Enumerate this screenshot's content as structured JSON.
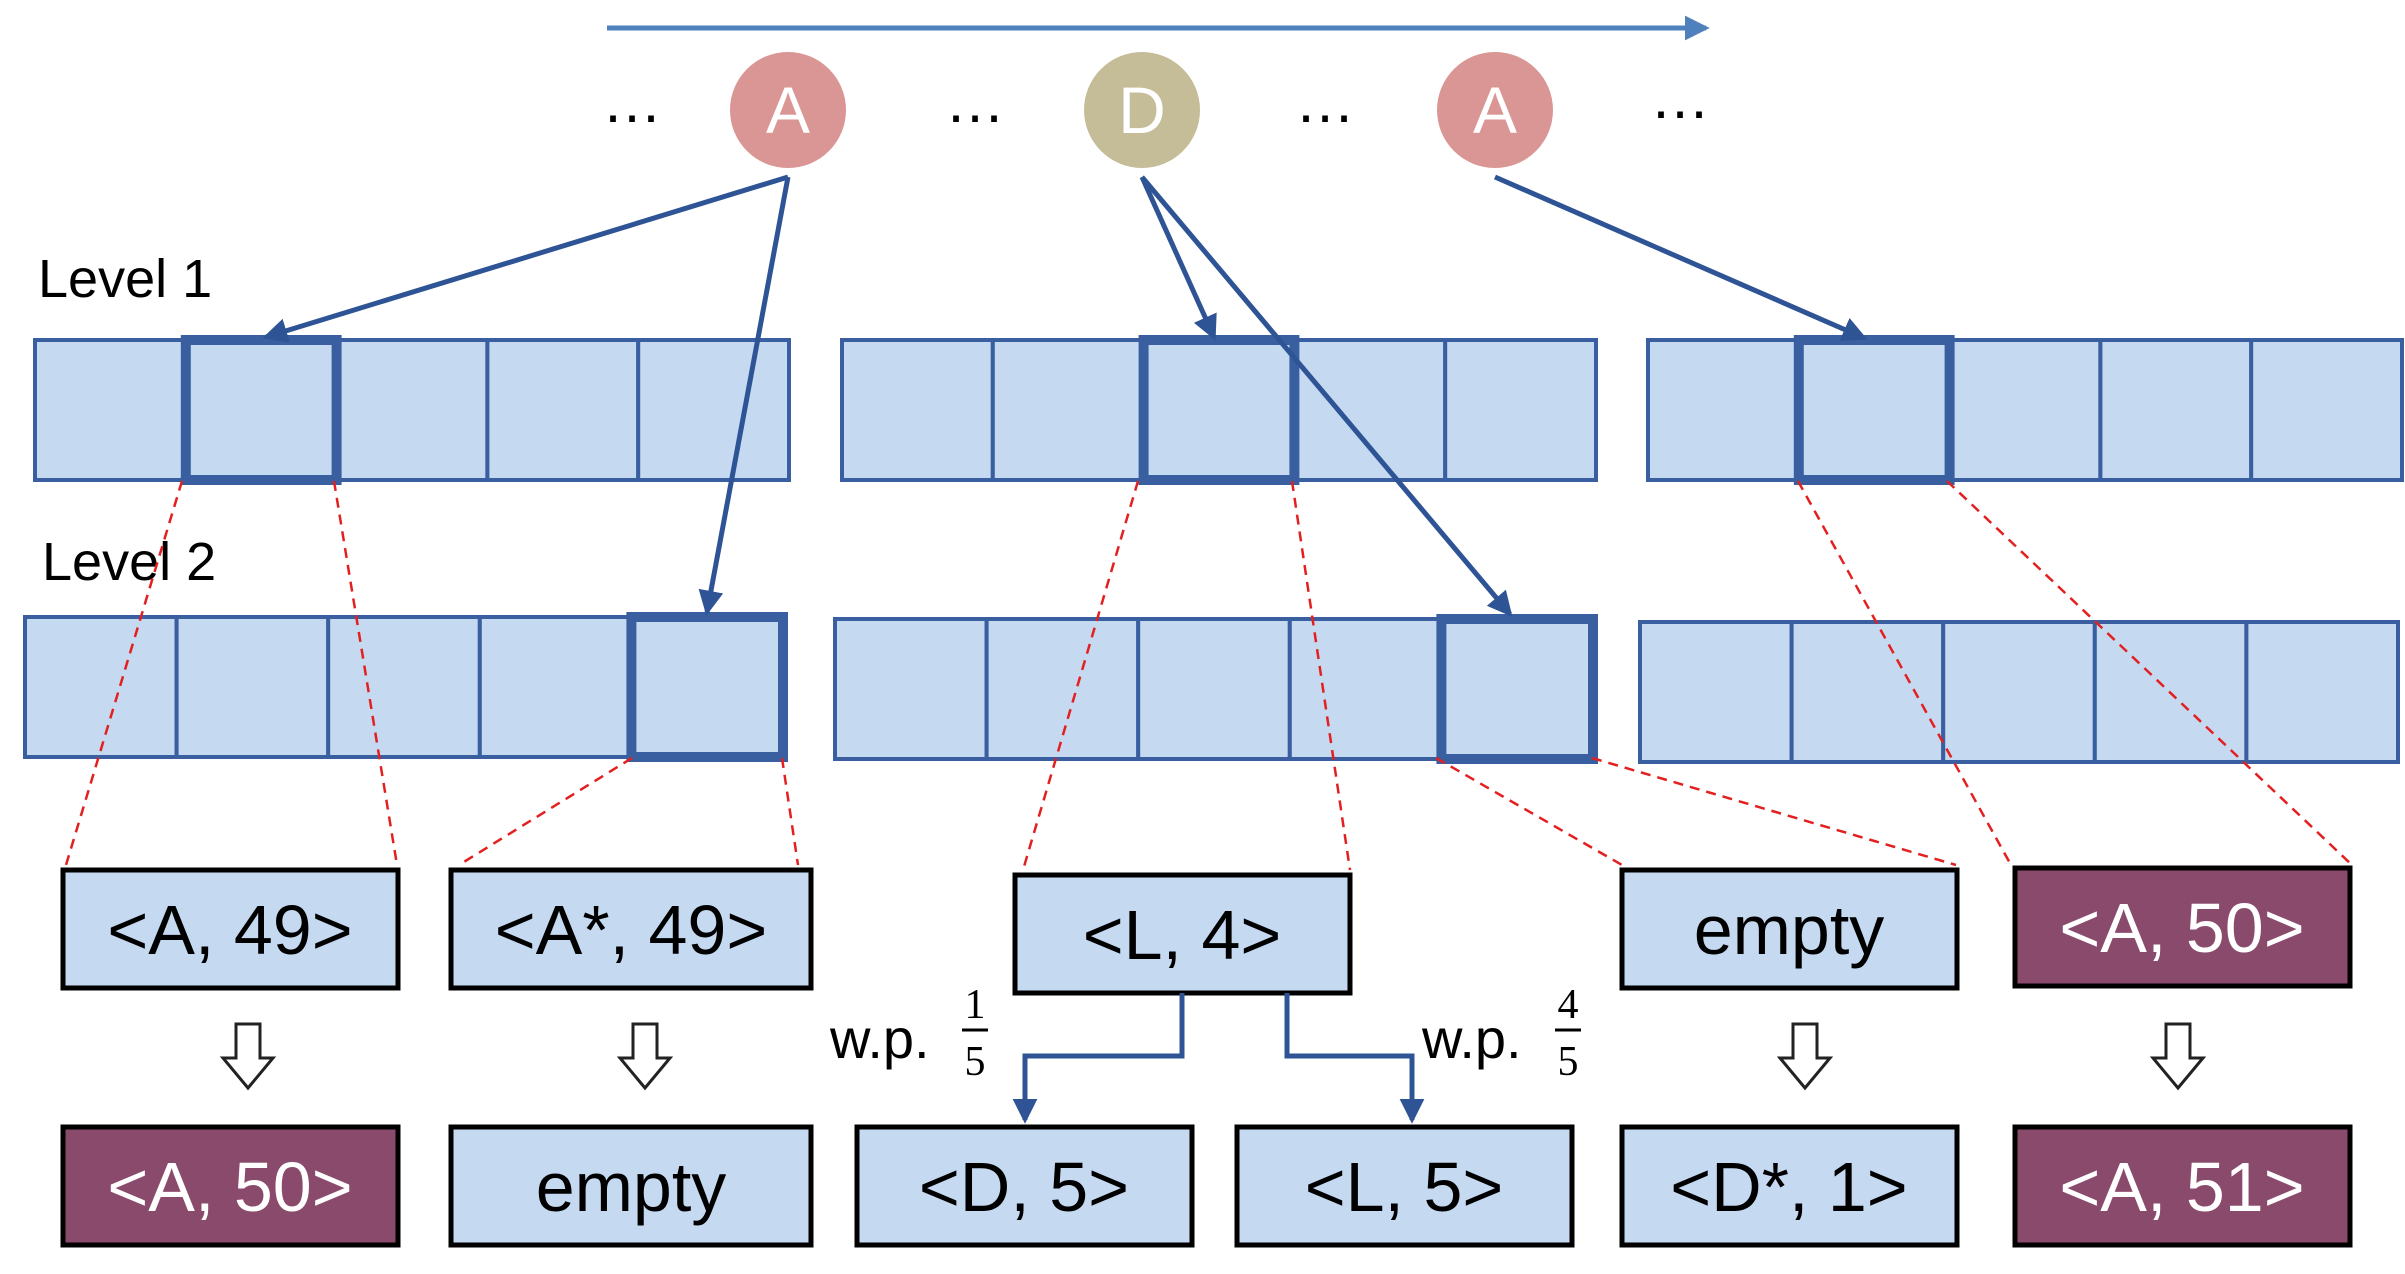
{
  "colors": {
    "cell_fill": "#c5d9f1",
    "cell_stroke": "#3a5fa0",
    "arrow": "#2e5496",
    "timeline": "#4f81bd",
    "dashed_link": "#e32020",
    "circle_A": "#da9694",
    "circle_D": "#c4bd97",
    "box_light": "#c5d9f1",
    "box_dark": "#8a4a6b",
    "box_text_dark": "#ffffff"
  },
  "timeline": {
    "ellipsis": "…",
    "events": [
      {
        "letter": "A",
        "color": "#da9694"
      },
      {
        "letter": "D",
        "color": "#c4bd97"
      },
      {
        "letter": "A",
        "color": "#da9694"
      }
    ]
  },
  "levels": {
    "level1": "Level 1",
    "level2": "Level 2"
  },
  "tables": {
    "cells_per_row": 5,
    "level1_highlight": [
      1,
      2,
      1
    ],
    "level2_highlight": [
      4,
      4,
      null
    ]
  },
  "entries": {
    "top": [
      {
        "text": "<A, 49>",
        "style": "light"
      },
      {
        "text": "<A*, 49>",
        "style": "light"
      },
      {
        "text": "<L, 4>",
        "style": "light"
      },
      {
        "text": "empty",
        "style": "light"
      },
      {
        "text": "<A, 50>",
        "style": "dark"
      }
    ],
    "bottom": [
      {
        "text": "<A, 50>",
        "style": "dark"
      },
      {
        "text": "empty",
        "style": "light"
      },
      {
        "text": "<D, 5>",
        "style": "light"
      },
      {
        "text": "<L, 5>",
        "style": "light"
      },
      {
        "text": "<D*, 1>",
        "style": "light"
      },
      {
        "text": "<A, 51>",
        "style": "dark"
      }
    ]
  },
  "probabilities": {
    "left": {
      "prefix": "w.p.",
      "numerator": "1",
      "denominator": "5"
    },
    "right": {
      "prefix": "w.p.",
      "numerator": "4",
      "denominator": "5"
    }
  }
}
